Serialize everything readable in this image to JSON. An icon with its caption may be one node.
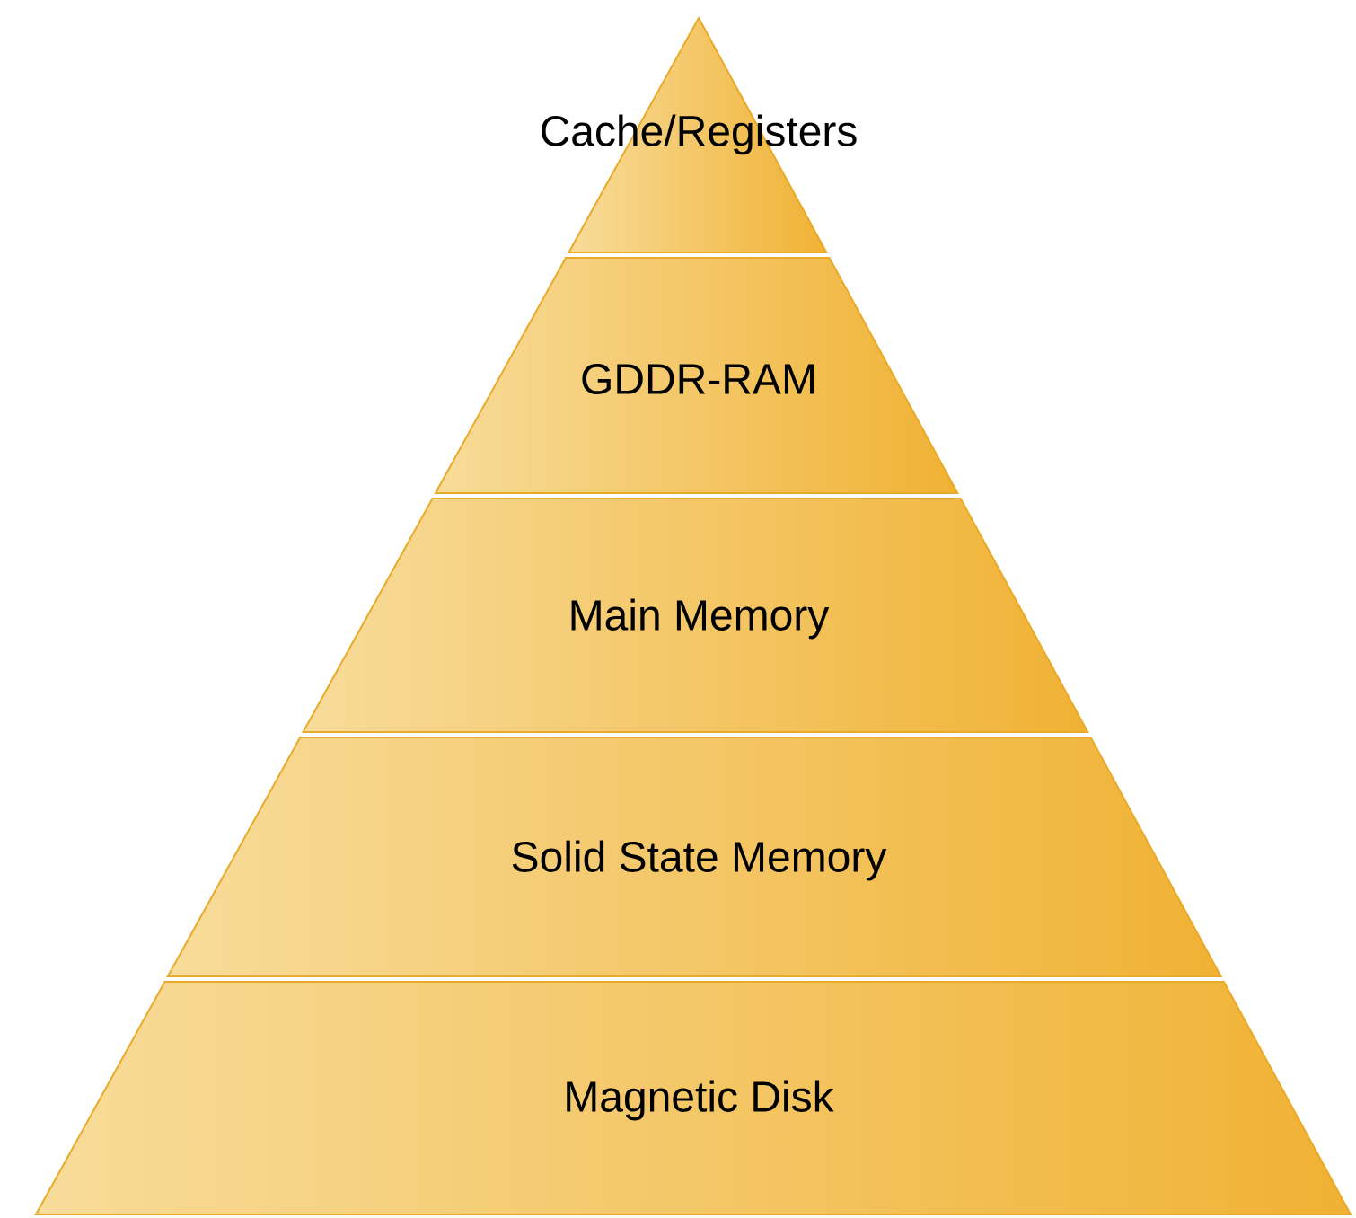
{
  "diagram": {
    "nodes": [
      {
        "text": [
          "Cache/Registers"
        ]
      },
      {
        "text": [
          "GDDR-RAM"
        ]
      },
      {
        "text": [
          "Main Memory"
        ]
      },
      {
        "text": [
          "Solid State Memory"
        ]
      },
      {
        "text": [
          "Magnetic Disk"
        ]
      }
    ]
  }
}
